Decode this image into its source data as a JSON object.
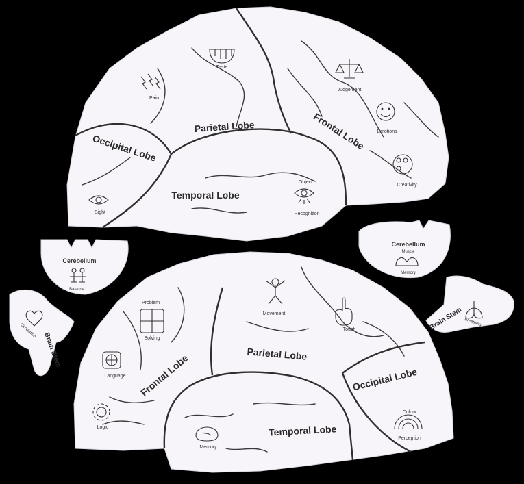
{
  "top_brain": {
    "lobes": {
      "parietal": "Parietal Lobe",
      "frontal": "Frontal Lobe",
      "occipital": "Occipital Lobe",
      "temporal": "Temporal Lobe"
    },
    "captions": {
      "taste": "Taste",
      "pain": "Pain",
      "judgement": "Judgement",
      "emotions": "Emotions",
      "creativity": "Creativity",
      "sight": "Sight",
      "object": "Object",
      "recognition": "Recognition"
    }
  },
  "bottom_brain": {
    "lobes": {
      "parietal": "Parietal Lobe",
      "frontal": "Frontal Lobe",
      "occipital": "Occipital Lobe",
      "temporal": "Temporal Lobe"
    },
    "captions": {
      "movement": "Movement",
      "touch": "Touch",
      "problem": "Problem",
      "solving": "Solving",
      "language": "Language",
      "logic": "Logic",
      "memory": "Memory",
      "colour": "Colour",
      "perception": "Perception"
    }
  },
  "cerebellum_left": {
    "title": "Cerebellum",
    "caption": "Balance"
  },
  "cerebellum_right": {
    "title": "Cerebellum",
    "caption_top": "Muscle",
    "caption_bottom": "Memory"
  },
  "brainstem_left": {
    "title": "Brain Stem",
    "caption": "Circulation"
  },
  "brainstem_right": {
    "title": "Brain Stem",
    "caption": "Breathing"
  }
}
